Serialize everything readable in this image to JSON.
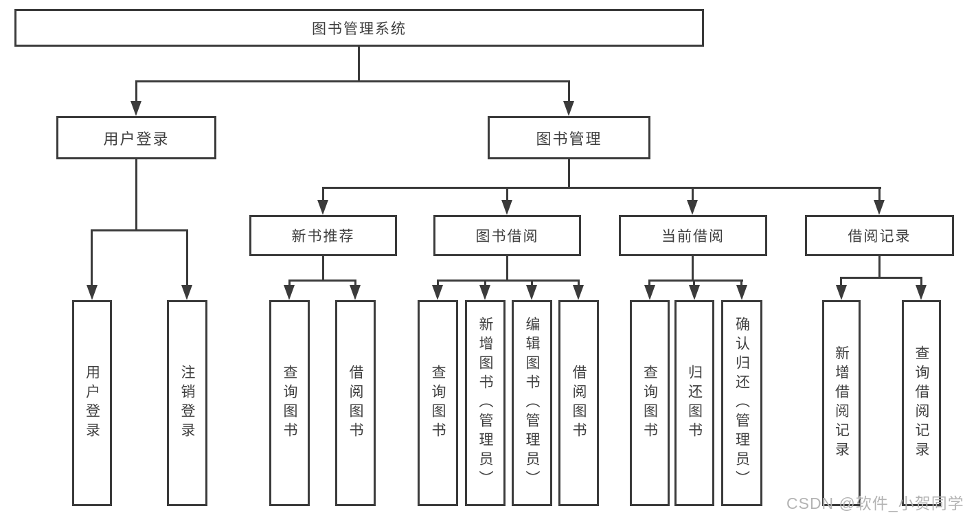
{
  "diagram": {
    "type": "tree",
    "tree": {
      "root": "图书管理系统",
      "children": [
        {
          "label": "用户登录",
          "children": [
            "用户登录",
            "注销登录"
          ]
        },
        {
          "label": "图书管理",
          "children": [
            {
              "label": "新书推荐",
              "children": [
                "查询图书",
                "借阅图书"
              ]
            },
            {
              "label": "图书借阅",
              "children": [
                "查询图书",
                "新增图书（管理员）",
                "编辑图书（管理员）",
                "借阅图书"
              ]
            },
            {
              "label": "当前借阅",
              "children": [
                "查询图书",
                "归还图书",
                "确认归还（管理员）"
              ]
            },
            {
              "label": "借阅记录",
              "children": [
                "新增借阅记录",
                "查询借阅记录"
              ]
            }
          ]
        }
      ]
    },
    "colors": {
      "line": "#3b3b3b",
      "text": "#3f3f3f",
      "background": "#ffffff",
      "watermark": "#b3b3b3"
    },
    "watermark": "CSDN @软件_小贺同学"
  }
}
